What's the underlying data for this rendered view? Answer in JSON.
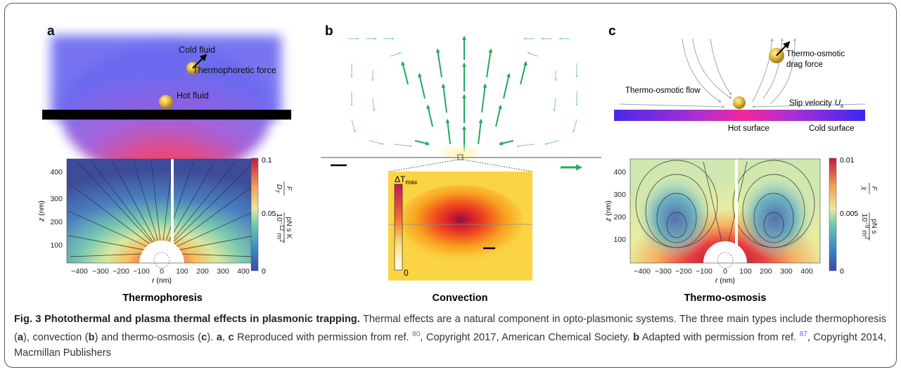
{
  "panels": {
    "a": {
      "letter": "a",
      "labels": {
        "cold": "Cold fluid",
        "force": "Thermophoretic force",
        "hot": "Hot fluid"
      },
      "plot": {
        "xticks": [
          "−400",
          "−300",
          "−200",
          "−100",
          "0",
          "100",
          "200",
          "300",
          "400"
        ],
        "yticks": [
          "400",
          "300",
          "200",
          "100"
        ],
        "xlabel_italic": "r",
        "xlabel_unit": " (nm)",
        "ylabel_italic": "z",
        "ylabel_unit": " (nm)"
      },
      "colorbar": {
        "max": "0.1",
        "mid": "0.05",
        "min": "0",
        "title_num": "F",
        "title_den": "D",
        "title_den_sub": "T",
        "unit_num": "pN s K",
        "unit_den": "10",
        "unit_den_exp": "−12",
        "unit_den_tail": " m",
        "unit_den_tail_exp": "2"
      },
      "title": "Thermophoresis"
    },
    "b": {
      "letter": "b",
      "colorbar": {
        "max_symbol": "ΔT",
        "max_sub": "max",
        "min": "0"
      },
      "title": "Convection"
    },
    "c": {
      "letter": "c",
      "labels": {
        "drag1": "Thermo-osmotic",
        "drag2": "drag force",
        "flow": "Thermo-osmotic flow",
        "slip": "Slip velocity",
        "slip_symbol": "U",
        "slip_sub": "s",
        "hot": "Hot surface",
        "cold": "Cold surface"
      },
      "plot": {
        "xticks": [
          "−400",
          "−300",
          "−200",
          "−100",
          "0",
          "100",
          "200",
          "300",
          "400"
        ],
        "yticks": [
          "400",
          "300",
          "200",
          "100"
        ],
        "xlabel_italic": "r",
        "xlabel_unit": " (nm)",
        "ylabel_italic": "z",
        "ylabel_unit": " (nm)"
      },
      "colorbar": {
        "max": "0.01",
        "mid": "0.005",
        "min": "0",
        "title_num": "F",
        "title_den": "χ",
        "unit_num": "pN s",
        "unit_den": "10",
        "unit_den_exp": "−9",
        "unit_den_tail": " m",
        "unit_den_tail_exp": "2"
      },
      "title": "Thermo-osmosis"
    }
  },
  "caption": {
    "fig_title": "Fig. 3 Photothermal and plasma thermal effects in plasmonic trapping.",
    "line1": " Thermal effects are a natural component in opto-plasmonic systems. The three main types include thermophoresis (",
    "a": "a",
    "mid1": "), convection (",
    "b": "b",
    "mid2": ") and thermo-osmosis (",
    "c": "c",
    "mid3": "). ",
    "ac": "a",
    "comma": ", ",
    "cc": "c",
    "rep1": " Reproduced with permission from ref. ",
    "ref1": "80",
    "rep1b": ", Copyright 2017, American Chemical Society. ",
    "bb": "b",
    "rep2": " Adapted with permission from ref. ",
    "ref2": "87",
    "rep2b": ", Copyright 2014, Macmillan Publishers"
  }
}
